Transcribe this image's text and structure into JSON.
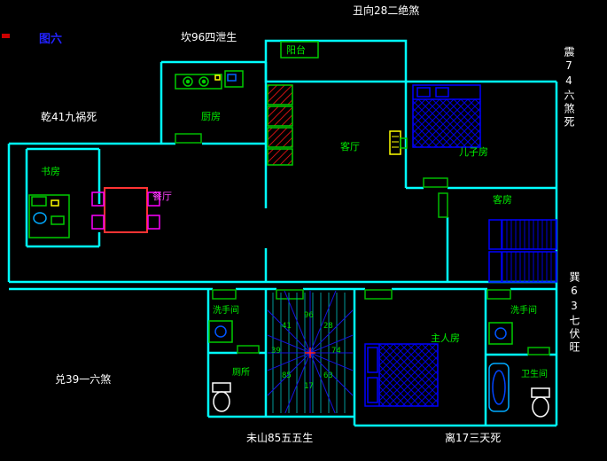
{
  "figure_label": "图六",
  "annotations": {
    "chou": "丑向28二绝煞",
    "kan": "坎96四泄生",
    "qian": "乾41九祸死",
    "zhen": "震74六煞死",
    "xun": "巽63七伏旺",
    "dui": "兑39一六煞",
    "wei": "未山85五五生",
    "li": "离17三天死"
  },
  "rooms": {
    "balcony": "阳台",
    "kitchen": "厨房",
    "living_room": "客厅",
    "son_room": "儿子房",
    "study": "书房",
    "dining_room": "餐厅",
    "guest_room": "客房",
    "washroom_left": "洗手间",
    "toilet": "厕所",
    "master_room": "主人房",
    "washroom_right": "洗手间",
    "bathroom": "卫生间"
  },
  "compass": {
    "n": "96",
    "ne": "28",
    "e": "74",
    "se": "63",
    "s": "17",
    "sw": "85",
    "w": "39",
    "nw": "41"
  },
  "colors": {
    "background": "#000000",
    "wall": "#00ffff",
    "room_label": "#00ee00",
    "dining_label": "#ff44ff",
    "annotation_text": "#ffffff",
    "figure_label": "#2222ff",
    "furniture_green": "#00cc00",
    "bed_blue": "#0000ff",
    "table_red": "#ff3333",
    "chair_magenta": "#ff00ff",
    "tv_yellow": "#ffff00",
    "compass_lines": "#1515e0",
    "star_numbers": "#00dd00"
  }
}
